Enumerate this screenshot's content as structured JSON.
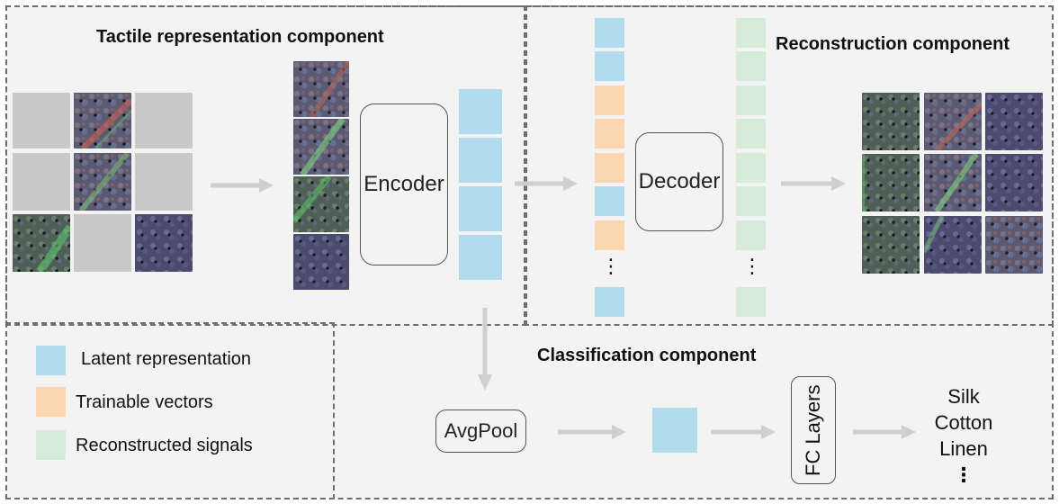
{
  "titles": {
    "tactile": "Tactile representation component",
    "reconstruction": "Reconstruction component",
    "classification": "Classification component"
  },
  "modules": {
    "encoder": "Encoder",
    "decoder": "Decoder",
    "avgpool": "AvgPool",
    "fc_layers": "FC Layers"
  },
  "legend": [
    {
      "label": "Latent representation",
      "color": "#b2dcee"
    },
    {
      "label": "Trainable vectors",
      "color": "#fbd7b1"
    },
    {
      "label": "Reconstructed signals",
      "color": "#d7ebd9"
    }
  ],
  "classes": [
    "Silk",
    "Cotton",
    "Linen",
    "⋮"
  ],
  "ellipsis": "⋮",
  "colors": {
    "latent": "#b2dcee",
    "trainable": "#fbd7b1",
    "reconstructed": "#d7ebd9",
    "masked": "#c9c9c9",
    "arrow": "#cfcfcf",
    "panel": "#f3f3f3"
  }
}
